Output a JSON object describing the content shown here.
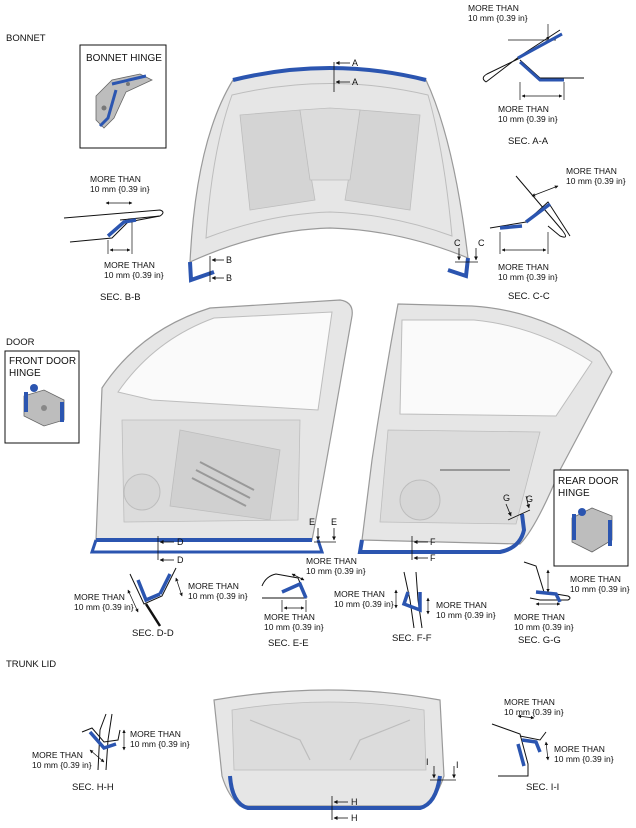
{
  "sections": {
    "bonnet": "BONNET",
    "door": "DOOR",
    "trunk": "TRUNK LID"
  },
  "note": {
    "line1": "MORE THAN",
    "line2": "10 mm {0.39 in}"
  },
  "hinges": {
    "bonnet": "BONNET HINGE",
    "front_door_1": "FRONT DOOR",
    "front_door_2": "HINGE",
    "rear_door_1": "REAR DOOR",
    "rear_door_2": "HINGE"
  },
  "sec_labels": {
    "aa": "SEC. A-A",
    "bb": "SEC. B-B",
    "cc": "SEC. C-C",
    "dd": "SEC. D-D",
    "ee": "SEC. E-E",
    "ff": "SEC. F-F",
    "gg": "SEC. G-G",
    "hh": "SEC. H-H",
    "ii": "SEC. I-I"
  },
  "letters": {
    "a": "A",
    "b": "B",
    "c": "C",
    "d": "D",
    "e": "E",
    "f": "F",
    "g": "G",
    "h": "H",
    "i": "I"
  },
  "colors": {
    "sealer": "#2b55b0",
    "panel_fill": "#e6e6e6",
    "panel_stroke": "#9a9a9a",
    "line": "#111111"
  }
}
